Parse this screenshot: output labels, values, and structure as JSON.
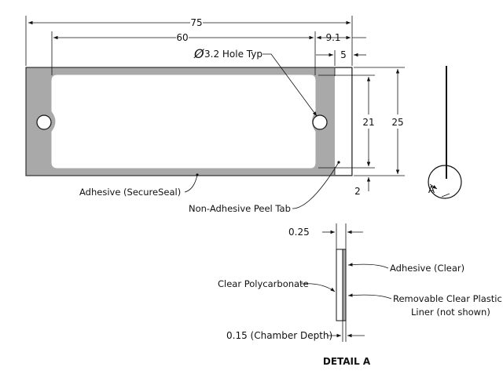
{
  "dimensions": {
    "overall_width": "75",
    "hole_spacing": "60",
    "hole_offset": "9.1",
    "tab_width": "5",
    "hole_note_symbol": "Ø",
    "hole_note": "3.2 Hole Typ",
    "inner_height": "21",
    "overall_height": "25",
    "edge_margin": "2",
    "total_thickness": "0.25",
    "chamber_depth": "0.15 (Chamber Depth)"
  },
  "callouts": {
    "adhesive": "Adhesive (SecureSeal)",
    "peel_tab": "Non-Adhesive Peel Tab",
    "detail_marker": "A"
  },
  "detail": {
    "title": "DETAIL A",
    "clear_polycarbonate": "Clear Polycarbonate",
    "adhesive_clear": "Adhesive (Clear)",
    "liner_line1": "Removable Clear Plastic",
    "liner_line2": "Liner (not shown)"
  },
  "colors": {
    "adhesive_fill": "#a9a9a9",
    "outline": "#111111",
    "background": "#ffffff"
  }
}
